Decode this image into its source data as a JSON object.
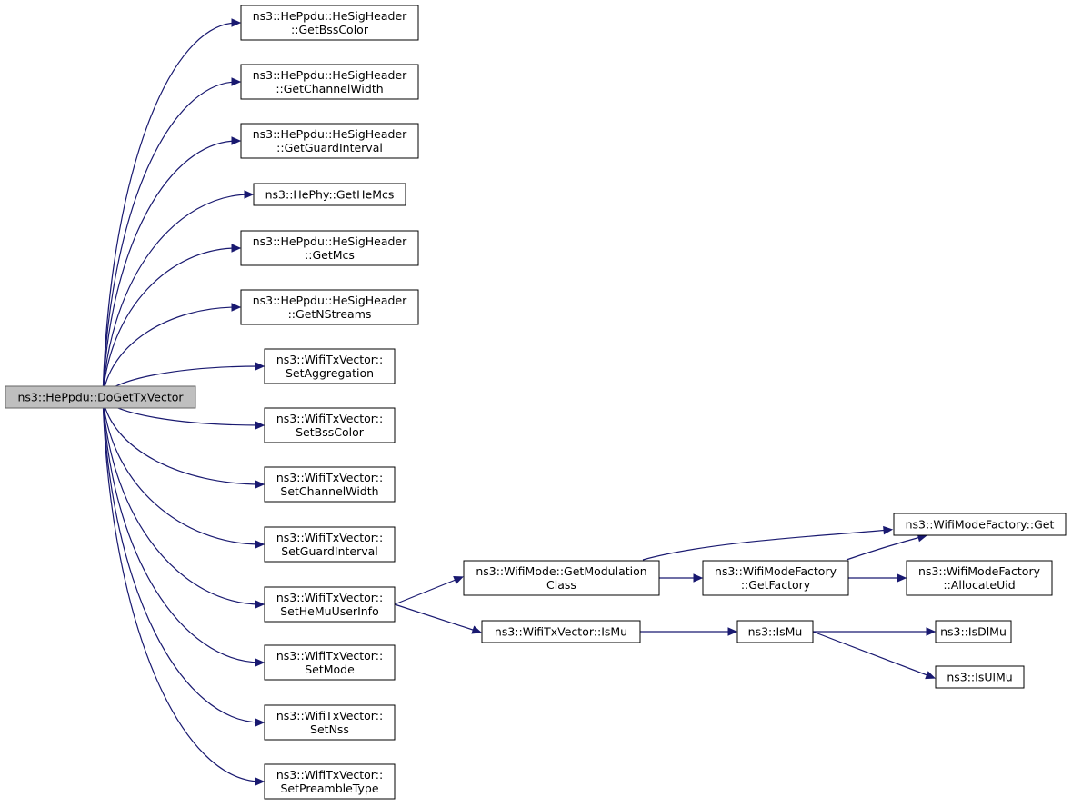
{
  "colors": {
    "edge": "#191970",
    "root_fill": "#bfbfbf",
    "node_fill": "#ffffff",
    "text": "#000000"
  },
  "nodes": [
    {
      "id": "root",
      "lines": [
        "ns3::HePpdu::DoGetTxVector"
      ],
      "root": true
    },
    {
      "id": "getBssColor",
      "lines": [
        "ns3::HePpdu::HeSigHeader",
        "::GetBssColor"
      ]
    },
    {
      "id": "getChannelWidth",
      "lines": [
        "ns3::HePpdu::HeSigHeader",
        "::GetChannelWidth"
      ]
    },
    {
      "id": "getGuardInterval",
      "lines": [
        "ns3::HePpdu::HeSigHeader",
        "::GetGuardInterval"
      ]
    },
    {
      "id": "getHeMcs",
      "lines": [
        "ns3::HePhy::GetHeMcs"
      ]
    },
    {
      "id": "getMcs",
      "lines": [
        "ns3::HePpdu::HeSigHeader",
        "::GetMcs"
      ]
    },
    {
      "id": "getNStreams",
      "lines": [
        "ns3::HePpdu::HeSigHeader",
        "::GetNStreams"
      ]
    },
    {
      "id": "setAggregation",
      "lines": [
        "ns3::WifiTxVector::",
        "SetAggregation"
      ]
    },
    {
      "id": "setBssColor",
      "lines": [
        "ns3::WifiTxVector::",
        "SetBssColor"
      ]
    },
    {
      "id": "setChannelWidth",
      "lines": [
        "ns3::WifiTxVector::",
        "SetChannelWidth"
      ]
    },
    {
      "id": "setGuardInterval",
      "lines": [
        "ns3::WifiTxVector::",
        "SetGuardInterval"
      ]
    },
    {
      "id": "setHeMuUserInfo",
      "lines": [
        "ns3::WifiTxVector::",
        "SetHeMuUserInfo"
      ]
    },
    {
      "id": "setMode",
      "lines": [
        "ns3::WifiTxVector::",
        "SetMode"
      ]
    },
    {
      "id": "setNss",
      "lines": [
        "ns3::WifiTxVector::",
        "SetNss"
      ]
    },
    {
      "id": "setPreambleType",
      "lines": [
        "ns3::WifiTxVector::",
        "SetPreambleType"
      ]
    },
    {
      "id": "getModulationClass",
      "lines": [
        "ns3::WifiMode::GetModulation",
        "Class"
      ]
    },
    {
      "id": "wifiTxVectorIsMu",
      "lines": [
        "ns3::WifiTxVector::IsMu"
      ]
    },
    {
      "id": "modeFactoryGet",
      "lines": [
        "ns3::WifiModeFactory::Get"
      ]
    },
    {
      "id": "getFactory",
      "lines": [
        "ns3::WifiModeFactory",
        "::GetFactory"
      ]
    },
    {
      "id": "allocateUid",
      "lines": [
        "ns3::WifiModeFactory",
        "::AllocateUid"
      ]
    },
    {
      "id": "isMu",
      "lines": [
        "ns3::IsMu"
      ]
    },
    {
      "id": "isDlMu",
      "lines": [
        "ns3::IsDlMu"
      ]
    },
    {
      "id": "isUlMu",
      "lines": [
        "ns3::IsUlMu"
      ]
    }
  ],
  "edges": [
    [
      "root",
      "getBssColor"
    ],
    [
      "root",
      "getChannelWidth"
    ],
    [
      "root",
      "getGuardInterval"
    ],
    [
      "root",
      "getHeMcs"
    ],
    [
      "root",
      "getMcs"
    ],
    [
      "root",
      "getNStreams"
    ],
    [
      "root",
      "setAggregation"
    ],
    [
      "root",
      "setBssColor"
    ],
    [
      "root",
      "setChannelWidth"
    ],
    [
      "root",
      "setGuardInterval"
    ],
    [
      "root",
      "setHeMuUserInfo"
    ],
    [
      "root",
      "setMode"
    ],
    [
      "root",
      "setNss"
    ],
    [
      "root",
      "setPreambleType"
    ],
    [
      "setHeMuUserInfo",
      "getModulationClass"
    ],
    [
      "setHeMuUserInfo",
      "wifiTxVectorIsMu"
    ],
    [
      "getModulationClass",
      "modeFactoryGet"
    ],
    [
      "getModulationClass",
      "getFactory"
    ],
    [
      "getFactory",
      "modeFactoryGet"
    ],
    [
      "getFactory",
      "allocateUid"
    ],
    [
      "wifiTxVectorIsMu",
      "isMu"
    ],
    [
      "isMu",
      "isDlMu"
    ],
    [
      "isMu",
      "isUlMu"
    ]
  ]
}
